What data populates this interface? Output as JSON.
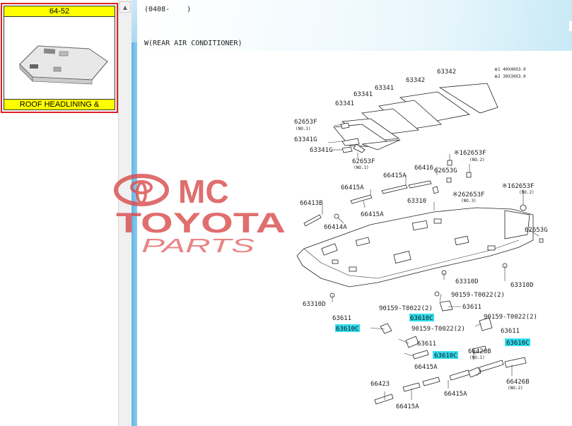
{
  "thumbnail": {
    "code": "64-52",
    "title": "ROOF HEADLINING &"
  },
  "header": {
    "date_range": "(0408-    )",
    "condition": "W(REAR AIR CONDITIONER)"
  },
  "watermark": {
    "line1": "MC",
    "line2": "TOYOTA",
    "line3": "PARTS"
  },
  "colors": {
    "thumb_border": "#e02020",
    "thumb_bar": "#ffff00",
    "highlight": "#33ddf0",
    "watermark": "#d94a4a"
  },
  "icons": {
    "scroll_up": "triangle-up"
  },
  "diagram": {
    "notes": [
      "※1 40X40X3.0",
      "※2 30X30X3.0"
    ],
    "labels": {
      "p63342a": "63342",
      "p63342b": "63342",
      "p63341a": "63341",
      "p63341b": "63341",
      "p63341c": "63341",
      "p62653F1": "62653F",
      "p62653F1_sub": "(NO.1)",
      "p63341G1": "63341G",
      "p63341G2": "63341G",
      "p62653F2": "62653F",
      "p62653F2_sub": "(NO.1)",
      "p62653F3": "※162653F",
      "p62653F3_sub": "(NO.2)",
      "p66416": "66416",
      "p62653G1": "62653G",
      "p66415A1": "66415A",
      "p62653F4": "※262653F",
      "p62653F4_sub": "(NO.3)",
      "p62653F5": "※162653F",
      "p62653F5_sub": "(NO.2)",
      "p66415A2": "66415A",
      "p63310": "63310",
      "p66413B": "66413B",
      "p66415A3": "66415A",
      "p66414A": "66414A",
      "p62653G2": "62653G",
      "p63310D1": "63310D",
      "p63310D2": "63310D",
      "p63310D3": "63310D",
      "p90159a": "90159-T0022(2)",
      "p63611a": "63611",
      "p90159b": "90159-T0022(2)",
      "p63611b": "63611",
      "p63610Ca": "63610C",
      "p90159c": "90159-T0022(2)",
      "p90159d": "90159-T0022(2)",
      "p63610Cb": "63610C",
      "p63611c": "63611",
      "p63610Cc": "63610C",
      "p63611d": "63611",
      "p66426B1": "66426B",
      "p66426B1_sub": "(NO.1)",
      "p63610Cd": "63610C",
      "p66415A4": "66415A",
      "p66423": "66423",
      "p66415A5": "66415A",
      "p66426B2": "66426B",
      "p66426B2_sub": "(NO.2)",
      "p66415A6": "66415A"
    }
  }
}
